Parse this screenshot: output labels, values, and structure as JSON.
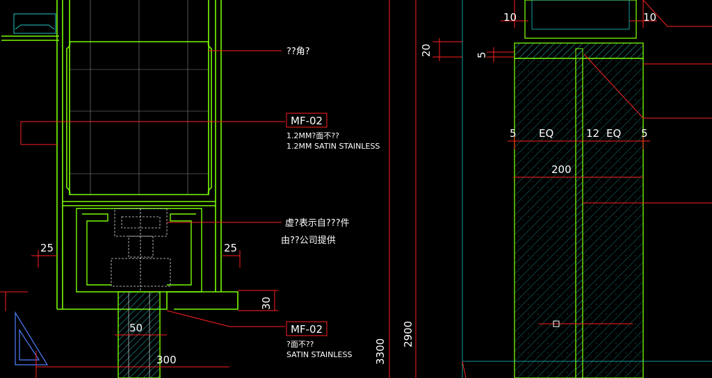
{
  "left": {
    "note_corner": "??角?",
    "tag_1": "MF-02",
    "spec_1_cn": "1.2MM?面不??",
    "spec_1_en": "1.2MM SATIN STAINLESS",
    "note_fixture_1": "虚?表示自???件",
    "note_fixture_2": "由??公司提供",
    "dim_left_25": "25",
    "dim_right_25": "25",
    "dim_30": "30",
    "dim_50": "50",
    "dim_300": "300",
    "tag_2": "MF-02",
    "spec_2_cn": "?面不??",
    "spec_2_en": "SATIN STAINLESS"
  },
  "middle": {
    "dim_3300": "3300",
    "dim_2900": "2900",
    "dim_20": "20",
    "dim_5": "5"
  },
  "right": {
    "dim_10_left": "10",
    "dim_10_right": "10",
    "dim_5_left": "5",
    "dim_eq_left": "EQ",
    "dim_12": "12",
    "dim_eq_right": "EQ",
    "dim_5_right": "5",
    "dim_200": "200"
  },
  "colors": {
    "background": "#000000",
    "outline_green": "#7CFC00",
    "leader_red": "#FF2020",
    "hatch_cyan": "#20C8C8",
    "dim_text": "#FFFFFF"
  }
}
